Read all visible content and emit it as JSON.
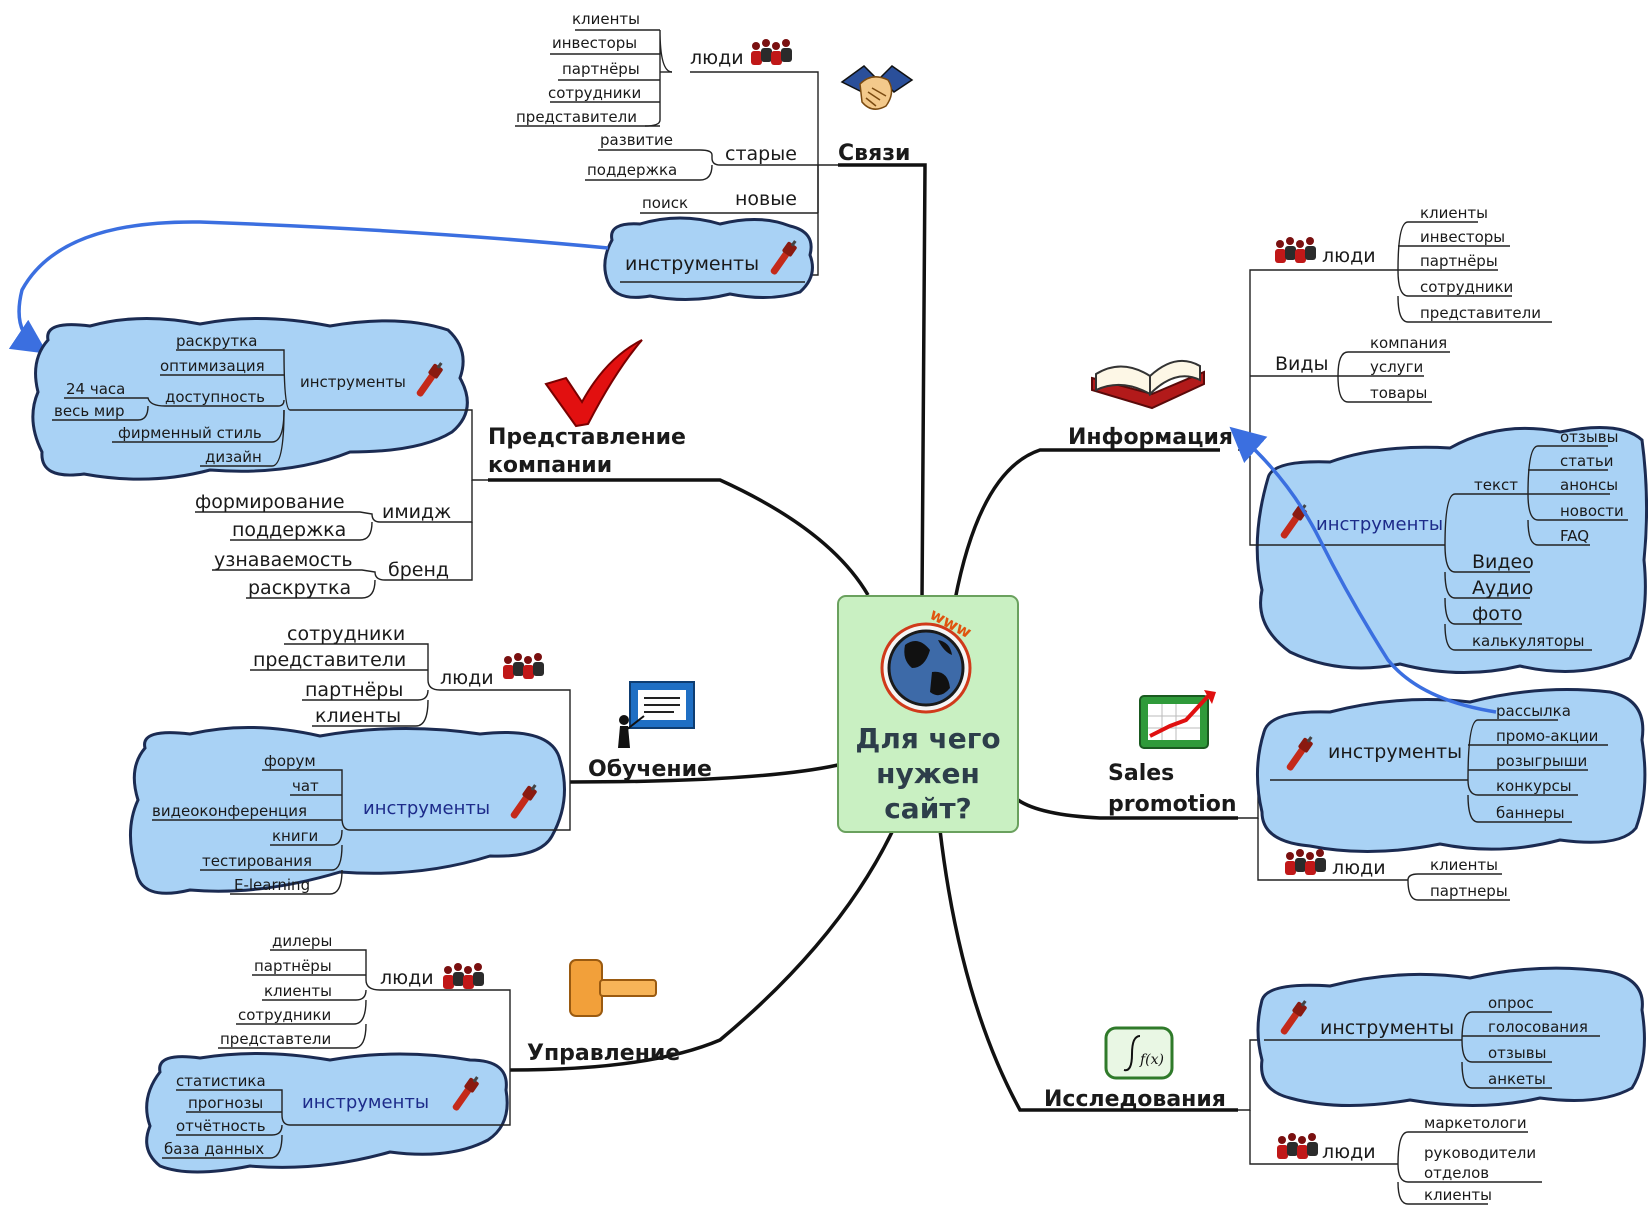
{
  "center": {
    "line1": "Для чего",
    "line2": "нужен",
    "line3": "сайт?",
    "www": "www"
  },
  "svyazi": {
    "title": "Связи",
    "people_label": "люди",
    "people": [
      "клиенты",
      "инвесторы",
      "партнёры",
      "сотрудники",
      "представители"
    ],
    "old_label": "старые",
    "old": [
      "развитие",
      "поддержка"
    ],
    "new_label": "новые",
    "new": [
      "поиск"
    ],
    "tools_label": "инструменты"
  },
  "predstavlenie": {
    "title_line1": "Представление",
    "title_line2": "компании",
    "tools_label": "инструменты",
    "tools": [
      "раскрутка",
      "оптимизация",
      "доступность",
      "фирменный стиль",
      "дизайн"
    ],
    "access_sub": [
      "24 часа",
      "весь мир"
    ],
    "image_label": "имидж",
    "image": [
      "формирование",
      "поддержка"
    ],
    "brand_label": "бренд",
    "brand": [
      "узнаваемость",
      "раскрутка"
    ]
  },
  "obuchenie": {
    "title": "Обучение",
    "people_label": "люди",
    "people": [
      "сотрудники",
      "представители",
      "партнёры",
      "клиенты"
    ],
    "tools_label": "инструменты",
    "tools": [
      "форум",
      "чат",
      "видеоконференция",
      "книги",
      "тестирования",
      "E-learning"
    ]
  },
  "upravlenie": {
    "title": "Управление",
    "people_label": "люди",
    "people": [
      "дилеры",
      "партнёры",
      "клиенты",
      "сотрудники",
      "представтели"
    ],
    "tools_label": "инструменты",
    "tools": [
      "статистика",
      "прогнозы",
      "отчётность",
      "база данных"
    ]
  },
  "informaciya": {
    "title": "Информация",
    "people_label": "люди",
    "people": [
      "клиенты",
      "инвесторы",
      "партнёры",
      "сотрудники",
      "представители"
    ],
    "types_label": "Виды",
    "types": [
      "компания",
      "услуги",
      "товары"
    ],
    "tools_label": "инструменты",
    "text_label": "текст",
    "text_items": [
      "отзывы",
      "статьи",
      "анонсы",
      "новости",
      "FAQ"
    ],
    "media": [
      "Видео",
      "Аудио",
      "фото",
      "калькуляторы"
    ]
  },
  "sales": {
    "title_line1": "Sales",
    "title_line2": "promotion",
    "tools_label": "инструменты",
    "tools": [
      "рассылка",
      "промо-акции",
      "розыгрыши",
      "конкурсы",
      "баннеры"
    ],
    "people_label": "люди",
    "people": [
      "клиенты",
      "партнеры"
    ]
  },
  "issledovaniya": {
    "title": "Исследования",
    "tools_label": "инструменты",
    "tools": [
      "опрос",
      "голосования",
      "отзывы",
      "анкеты"
    ],
    "people_label": "люди",
    "people": [
      "маркетологи",
      "руководители",
      "отделов",
      "клиенты"
    ]
  },
  "colors": {
    "cloud_fill": "#a9d2f5",
    "center_fill": "#c9f0c2",
    "arrow": "#3b6fe0",
    "tools_text": "#1d2b8a"
  },
  "icons": [
    "people-icon",
    "handshake-icon",
    "wrench-icon",
    "checkmark-icon",
    "book-icon",
    "whiteboard-icon",
    "chart-icon",
    "hammer-icon",
    "formula-icon",
    "globe-icon"
  ]
}
